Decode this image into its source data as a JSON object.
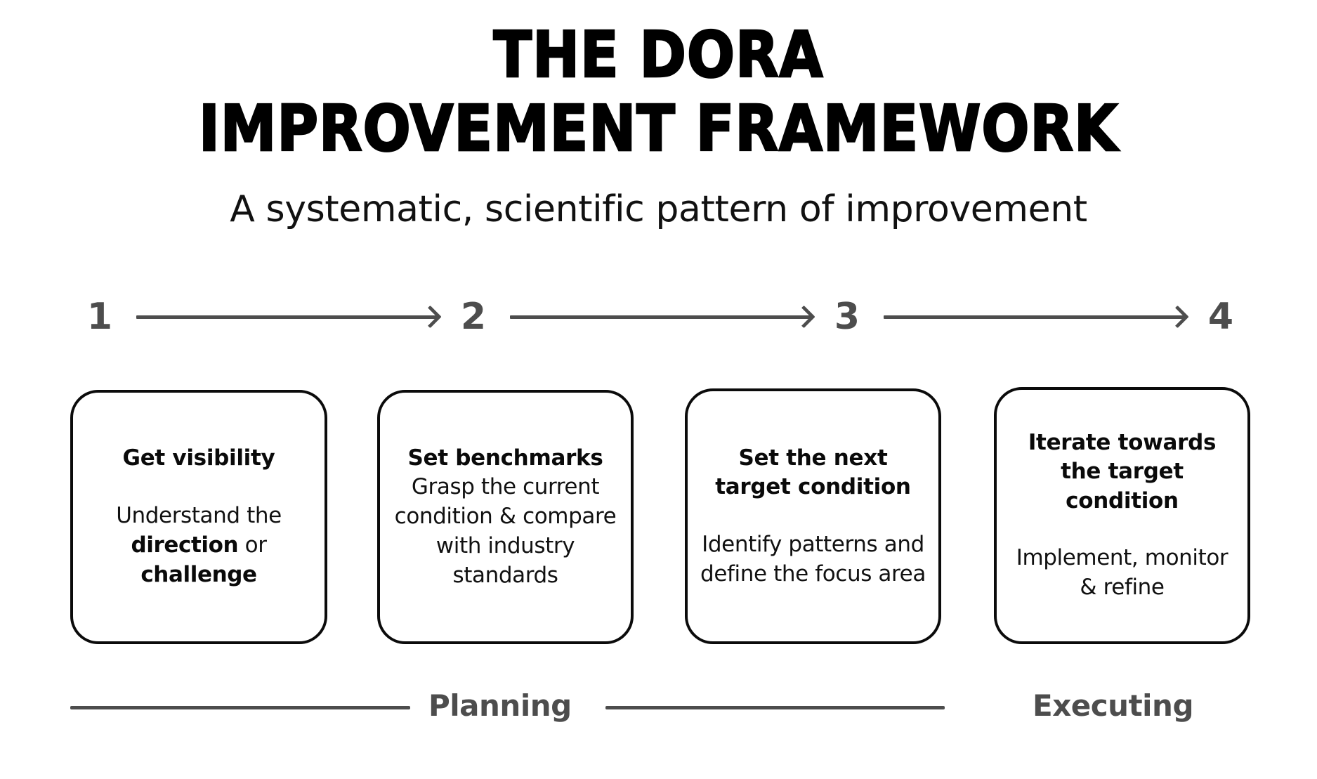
{
  "header": {
    "title_line_1": "THE DORA",
    "title_line_2": "IMPROVEMENT FRAMEWORK",
    "subtitle": "A systematic, scientific pattern of improvement"
  },
  "steps": [
    {
      "number": "1"
    },
    {
      "number": "2"
    },
    {
      "number": "3"
    },
    {
      "number": "4"
    }
  ],
  "cards": [
    {
      "heading": "Get visibility",
      "body_prefix": "Understand the ",
      "body_bold_1": "direction",
      "body_mid": " or ",
      "body_bold_2": "challenge",
      "body_suffix": "",
      "spacer": "large"
    },
    {
      "heading": "Set benchmarks",
      "body": "Grasp the current condition & compare with industry standards",
      "spacer": "small"
    },
    {
      "heading": "Set the next target condition",
      "body": "Identify patterns and define the focus area",
      "spacer": "large"
    },
    {
      "heading": "Iterate towards the target condition",
      "body": "Implement, monitor & refine",
      "spacer": "large"
    }
  ],
  "phases": {
    "planning_label": "Planning",
    "executing_label": "Executing"
  },
  "colors": {
    "background": "#ffffff",
    "text": "#0d0d0d",
    "accent_gray": "#4d4d4d",
    "card_border": "#0b0b0b"
  }
}
